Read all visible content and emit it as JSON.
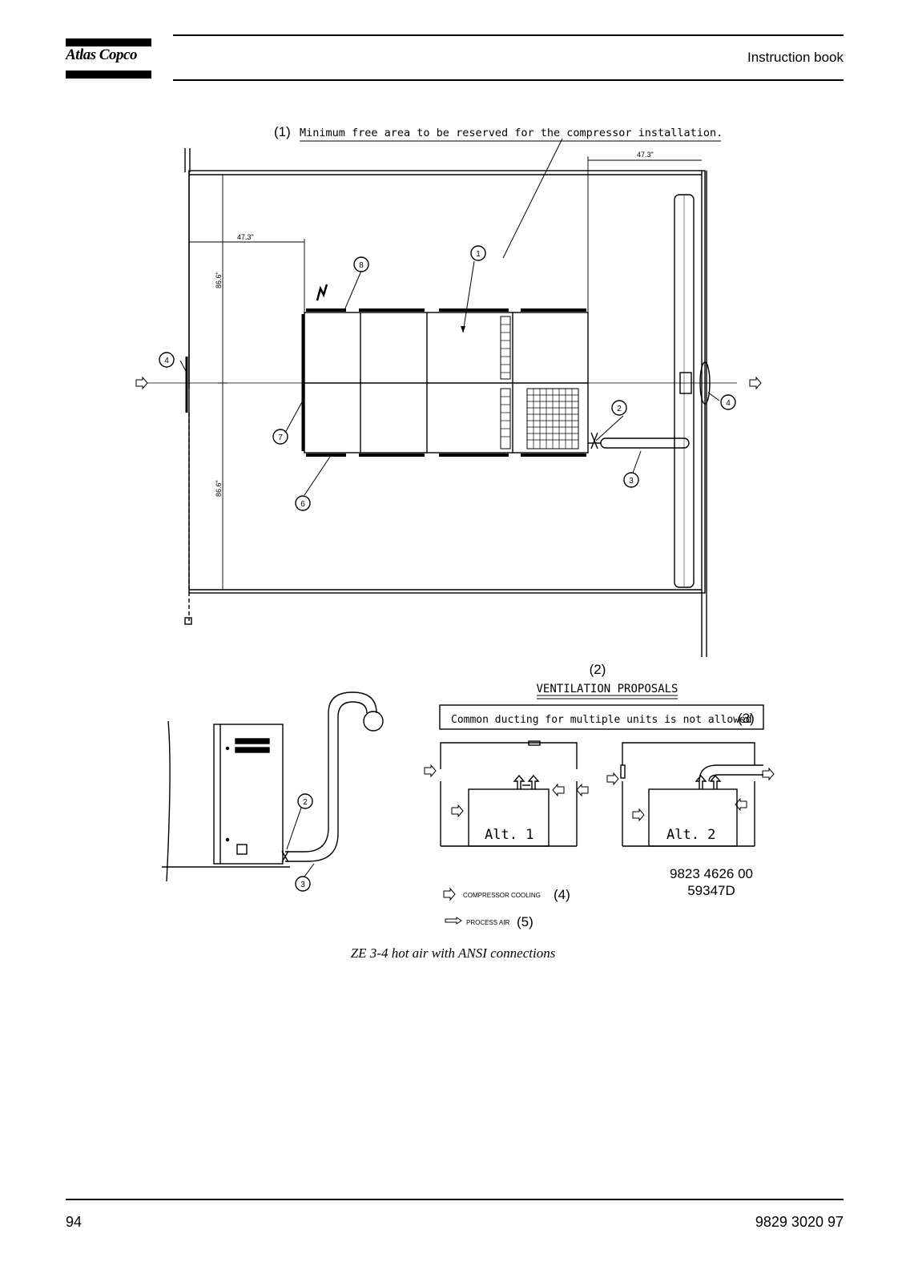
{
  "header": {
    "logo_text": "Atlas Copco",
    "title": "Instruction book"
  },
  "figure": {
    "annotation_1": "(1)",
    "annotation_1_text": "Minimum free area to be reserved for the compressor installation.",
    "dim_top_right": "47.3\"",
    "dim_left": "47.3\"",
    "dim_vertical_upper": "86.6\"",
    "dim_vertical_lower": "86.6\"",
    "callouts": [
      "1",
      "2",
      "3",
      "4",
      "4",
      "6",
      "7",
      "8",
      "2",
      "3"
    ],
    "annotation_2": "(2)",
    "ventilation_title": "VENTILATION PROPOSALS",
    "common_ducting_text": "Common ducting for multiple units is not allowed",
    "annotation_3": "(3)",
    "alt1_label": "Alt. 1",
    "alt2_label": "Alt. 2",
    "drawing_number": "9823 4626 00",
    "drawing_code": "59347D",
    "legend_cooling": "COMPRESSOR COOLING",
    "legend_cooling_ref": "(4)",
    "legend_process": "PROCESS AIR",
    "legend_process_ref": "(5)"
  },
  "caption": "ZE 3-4 hot air with ANSI connections",
  "footer": {
    "page_number": "94",
    "document_number": "9829 3020 97"
  }
}
